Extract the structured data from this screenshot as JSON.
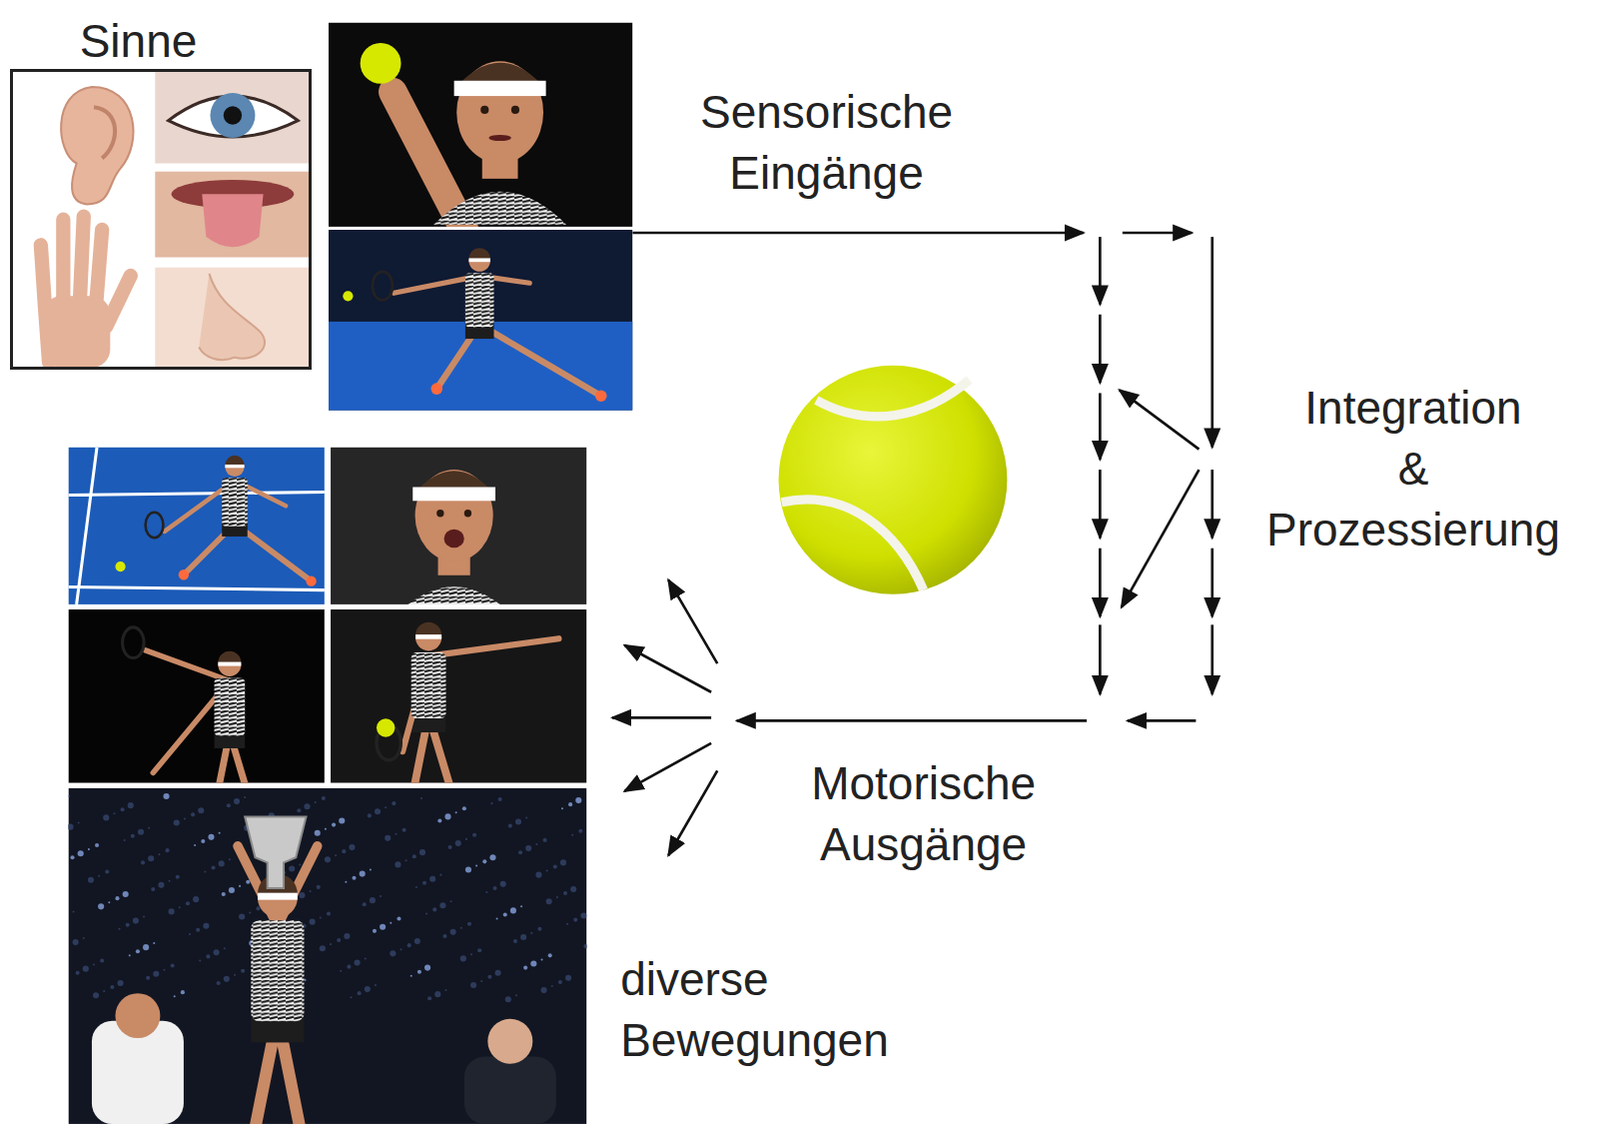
{
  "diagram": {
    "nodes": [
      {
        "text": [
          "Sinne"
        ]
      }
    ],
    "labels": [
      "Sensorische Eingänge",
      "Integration & Prozessierung",
      "Motorische Ausgänge",
      "diverse Bewegungen"
    ]
  }
}
